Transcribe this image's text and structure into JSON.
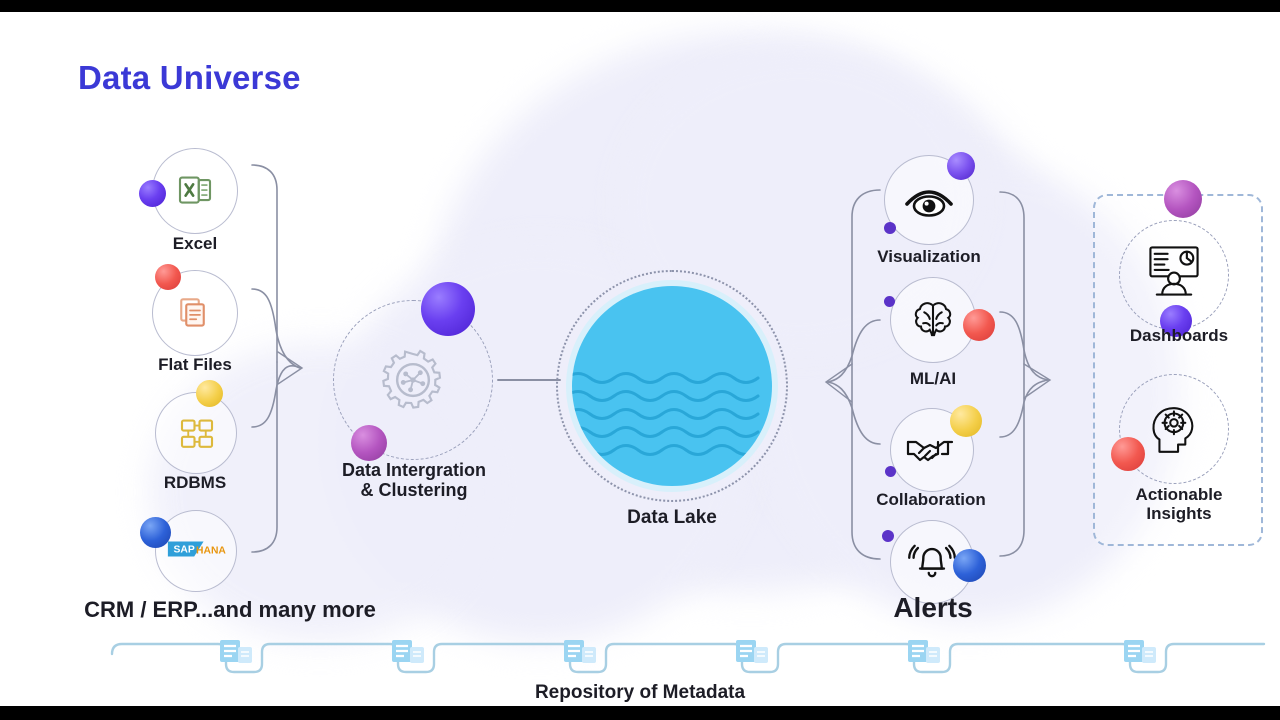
{
  "title": "Data Universe",
  "theme": {
    "title_color": "#3b39d6",
    "background": "#ffffff",
    "cloud_color": "#eeeefa",
    "lake_color": "#49c3f0",
    "lake_halo": "#d8f0fb",
    "connector_color": "#8a8fa3",
    "dashed_border": "#9fb7d8",
    "text_color": "#1d1d26"
  },
  "sources": {
    "group_caption": "CRM / ERP...and many more",
    "items": [
      {
        "label": "Excel",
        "icon": "excel-spreadsheet-icon",
        "accent": "#6a3ff0"
      },
      {
        "label": "Flat Files",
        "icon": "stacked-documents-icon",
        "accent": "#f2584f"
      },
      {
        "label": "RDBMS",
        "icon": "database-tables-icon",
        "accent": "#f4cf4a"
      },
      {
        "label": "SAP HANA",
        "icon": "sap-hana-logo-icon",
        "accent": "#2d61d8"
      }
    ]
  },
  "integration": {
    "label": "Data Intergration\n& Clustering",
    "icon": "gear-network-icon",
    "accents": [
      "#6a3ff0",
      "#b455c0"
    ]
  },
  "lake": {
    "label": "Data Lake",
    "icon": "water-waves-icon"
  },
  "consumption": {
    "items": [
      {
        "label": "Visualization",
        "icon": "eye-icon",
        "accent": "#6a3ff0"
      },
      {
        "label": "ML/AI",
        "icon": "brain-icon",
        "accent": "#f2584f"
      },
      {
        "label": "Collaboration",
        "icon": "handshake-icon",
        "accent": "#f4cf4a"
      },
      {
        "label": "Alerts",
        "icon": "bell-icon",
        "accent": "#2d61d8"
      }
    ]
  },
  "outcomes": {
    "items": [
      {
        "label": "Dashboards",
        "icon": "presentation-person-icon",
        "accent": "#6a3ff0"
      },
      {
        "label": "Actionable\nInsights",
        "icon": "head-gear-icon",
        "accent": "#f2584f"
      }
    ]
  },
  "metadata": {
    "label": "Repository of Metadata",
    "icon": "database-server-icon",
    "node_count": 6
  }
}
